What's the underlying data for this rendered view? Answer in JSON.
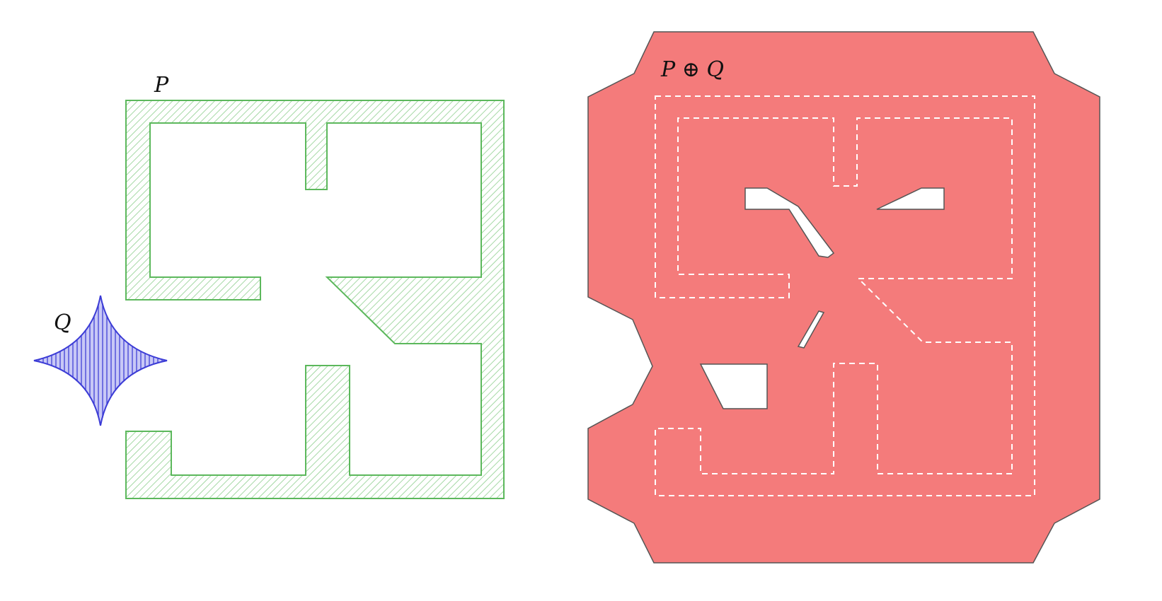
{
  "labels": {
    "p": "P",
    "q": "Q",
    "sum": "P ⊕ Q"
  },
  "colors": {
    "p_stroke": "#5cb85c",
    "p_hatch": "#8fcf8f",
    "q_stroke": "#3b3bd6",
    "q_fill": "#b0b0f2",
    "sum_fill": "#f47b7b",
    "sum_stroke": "#555555",
    "background": "#ffffff",
    "dashed_outline": "#ffffff"
  },
  "figures": [
    {
      "name": "polygon-p",
      "style": "diagonal hatching"
    },
    {
      "name": "star-q",
      "style": "vertical hatching"
    },
    {
      "name": "minkowski-sum",
      "style": "solid fill with holes and dashed outline of P"
    }
  ]
}
